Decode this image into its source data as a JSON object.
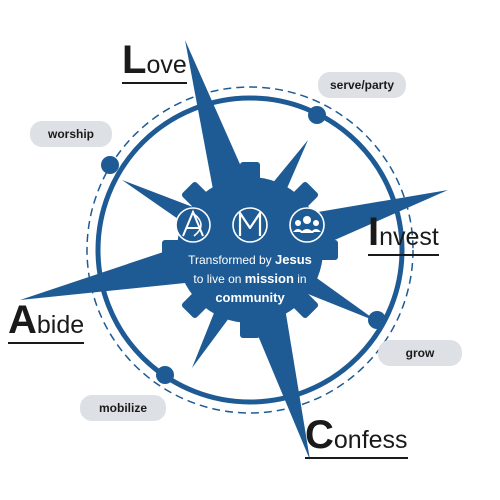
{
  "colors": {
    "primary": "#1e5b94",
    "pill_bg": "#dde1e5",
    "text": "#1a1a1a",
    "white": "#ffffff"
  },
  "icons": [
    "abide-monogram-icon",
    "mission-monogram-icon",
    "community-people-icon"
  ],
  "points": {
    "love": {
      "initial": "L",
      "rest": "ove"
    },
    "invest": {
      "initial": "I",
      "rest": "nvest"
    },
    "confess": {
      "initial": "C",
      "rest": "onfess"
    },
    "abide": {
      "initial": "A",
      "rest": "bide"
    }
  },
  "pills": {
    "serve_party": "serve/party",
    "worship": "worship",
    "grow": "grow",
    "mobilize": "mobilize"
  },
  "center": {
    "line1_prefix": "Transformed by",
    "line1_strong": "Jesus",
    "line2_prefix": "to live on",
    "line2_strong": "mission",
    "line2_suffix": "in",
    "line3_strong": "community"
  }
}
